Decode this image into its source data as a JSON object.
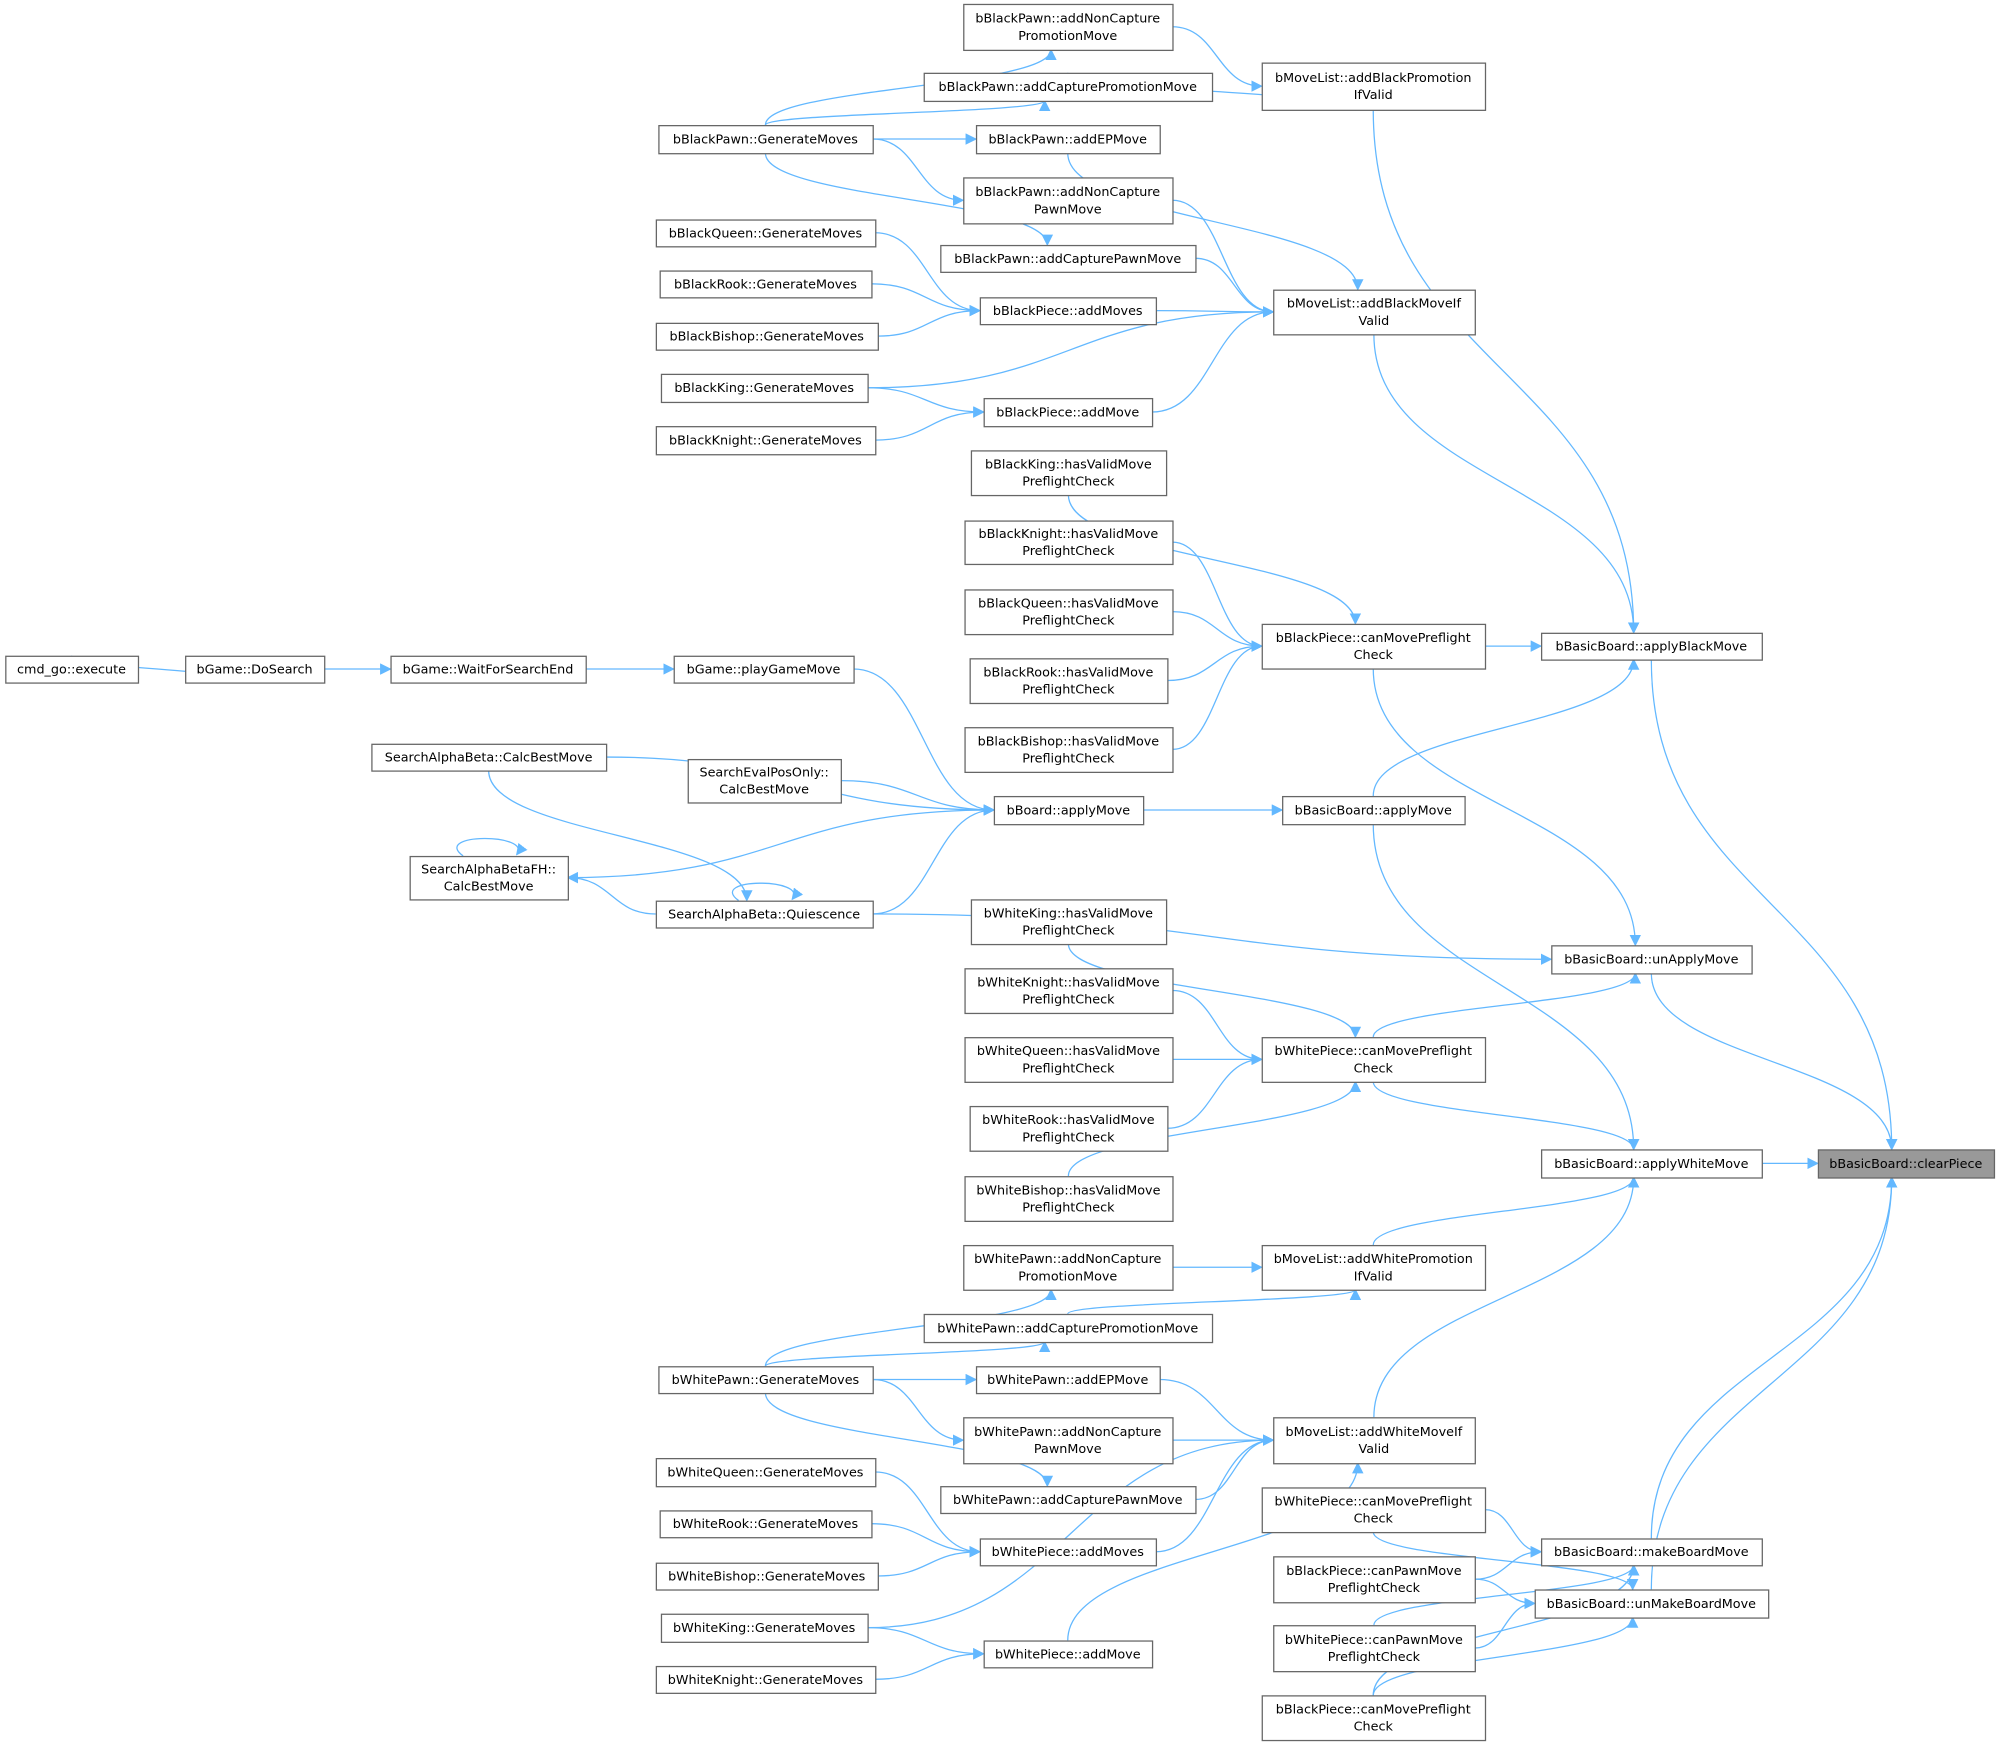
{
  "title": "bBasicBoard::clearPiece caller graph",
  "colors": {
    "edge": "#63b8ff",
    "node_border": "#666666",
    "focus_fill": "#999999"
  },
  "nodes": [
    {
      "id": "n1",
      "label": [
        "cmd_go::execute"
      ]
    },
    {
      "id": "n2",
      "label": [
        "bGame::DoSearch"
      ]
    },
    {
      "id": "n3",
      "label": [
        "bGame::WaitForSearchEnd"
      ]
    },
    {
      "id": "n4",
      "label": [
        "bGame::playGameMove"
      ]
    },
    {
      "id": "n5",
      "label": [
        "SearchAlphaBeta::CalcBestMove"
      ]
    },
    {
      "id": "n6",
      "label": [
        "SearchEvalPosOnly::",
        "CalcBestMove"
      ]
    },
    {
      "id": "n7",
      "label": [
        "SearchAlphaBetaFH::",
        "CalcBestMove"
      ]
    },
    {
      "id": "n8",
      "label": [
        "SearchAlphaBeta::Quiescence"
      ]
    },
    {
      "id": "n9",
      "label": [
        "bBoard::applyMove"
      ]
    },
    {
      "id": "n10",
      "label": [
        "bBasicBoard::applyMove"
      ]
    },
    {
      "id": "n11",
      "label": [
        "bBlackPawn::GenerateMoves"
      ]
    },
    {
      "id": "n12",
      "label": [
        "bBlackQueen::GenerateMoves"
      ]
    },
    {
      "id": "n13",
      "label": [
        "bBlackRook::GenerateMoves"
      ]
    },
    {
      "id": "n14",
      "label": [
        "bBlackBishop::GenerateMoves"
      ]
    },
    {
      "id": "n15",
      "label": [
        "bBlackKing::GenerateMoves"
      ]
    },
    {
      "id": "n16",
      "label": [
        "bBlackKnight::GenerateMoves"
      ]
    },
    {
      "id": "n17",
      "label": [
        "bBlackPawn::addNonCapture",
        "PromotionMove"
      ]
    },
    {
      "id": "n18",
      "label": [
        "bBlackPawn::addCapturePromotionMove"
      ]
    },
    {
      "id": "n19",
      "label": [
        "bBlackPawn::addEPMove"
      ]
    },
    {
      "id": "n20",
      "label": [
        "bBlackPawn::addNonCapture",
        "PawnMove"
      ]
    },
    {
      "id": "n21",
      "label": [
        "bBlackPawn::addCapturePawnMove"
      ]
    },
    {
      "id": "n22",
      "label": [
        "bBlackPiece::addMoves"
      ]
    },
    {
      "id": "n23",
      "label": [
        "bBlackPiece::addMove"
      ]
    },
    {
      "id": "n24",
      "label": [
        "bMoveList::addBlackPromotion",
        "IfValid"
      ]
    },
    {
      "id": "n25",
      "label": [
        "bMoveList::addBlackMoveIf",
        "Valid"
      ]
    },
    {
      "id": "n26",
      "label": [
        "bBlackKing::hasValidMove",
        "PreflightCheck"
      ]
    },
    {
      "id": "n27",
      "label": [
        "bBlackKnight::hasValidMove",
        "PreflightCheck"
      ]
    },
    {
      "id": "n28",
      "label": [
        "bBlackQueen::hasValidMove",
        "PreflightCheck"
      ]
    },
    {
      "id": "n29",
      "label": [
        "bBlackRook::hasValidMove",
        "PreflightCheck"
      ]
    },
    {
      "id": "n30",
      "label": [
        "bBlackBishop::hasValidMove",
        "PreflightCheck"
      ]
    },
    {
      "id": "n31",
      "label": [
        "bBlackPiece::canMovePreflight",
        "Check"
      ]
    },
    {
      "id": "n32",
      "label": [
        "bBasicBoard::applyBlackMove"
      ]
    },
    {
      "id": "n33",
      "label": [
        "bBasicBoard::unApplyMove"
      ]
    },
    {
      "id": "n34",
      "label": [
        "bWhiteKing::hasValidMove",
        "PreflightCheck"
      ]
    },
    {
      "id": "n35",
      "label": [
        "bWhiteKnight::hasValidMove",
        "PreflightCheck"
      ]
    },
    {
      "id": "n36",
      "label": [
        "bWhiteQueen::hasValidMove",
        "PreflightCheck"
      ]
    },
    {
      "id": "n37",
      "label": [
        "bWhiteRook::hasValidMove",
        "PreflightCheck"
      ]
    },
    {
      "id": "n38",
      "label": [
        "bWhiteBishop::hasValidMove",
        "PreflightCheck"
      ]
    },
    {
      "id": "n39",
      "label": [
        "bWhitePiece::canMovePreflight",
        "Check"
      ]
    },
    {
      "id": "n40",
      "label": [
        "bBasicBoard::applyWhiteMove"
      ]
    },
    {
      "id": "n41",
      "label": [
        "bBasicBoard::clearPiece"
      ],
      "focus": true
    },
    {
      "id": "n42",
      "label": [
        "bMoveList::addWhitePromotion",
        "IfValid"
      ]
    },
    {
      "id": "n43",
      "label": [
        "bWhitePawn::addNonCapture",
        "PromotionMove"
      ]
    },
    {
      "id": "n44",
      "label": [
        "bWhitePawn::addCapturePromotionMove"
      ]
    },
    {
      "id": "n45",
      "label": [
        "bWhitePawn::GenerateMoves"
      ]
    },
    {
      "id": "n46",
      "label": [
        "bWhitePawn::addEPMove"
      ]
    },
    {
      "id": "n47",
      "label": [
        "bWhitePawn::addNonCapture",
        "PawnMove"
      ]
    },
    {
      "id": "n48",
      "label": [
        "bWhitePawn::addCapturePawnMove"
      ]
    },
    {
      "id": "n49",
      "label": [
        "bMoveList::addWhiteMoveIf",
        "Valid"
      ]
    },
    {
      "id": "n50",
      "label": [
        "bWhiteQueen::GenerateMoves"
      ]
    },
    {
      "id": "n51",
      "label": [
        "bWhiteRook::GenerateMoves"
      ]
    },
    {
      "id": "n52",
      "label": [
        "bWhiteBishop::GenerateMoves"
      ]
    },
    {
      "id": "n53",
      "label": [
        "bWhiteKing::GenerateMoves"
      ]
    },
    {
      "id": "n54",
      "label": [
        "bWhiteKnight::GenerateMoves"
      ]
    },
    {
      "id": "n55",
      "label": [
        "bWhitePiece::addMoves"
      ]
    },
    {
      "id": "n56",
      "label": [
        "bWhitePiece::addMove"
      ]
    },
    {
      "id": "n57",
      "label": [
        "bWhitePiece::canMovePreflight",
        "Check"
      ]
    },
    {
      "id": "n58",
      "label": [
        "bBlackPiece::canPawnMove",
        "PreflightCheck"
      ]
    },
    {
      "id": "n59",
      "label": [
        "bWhitePiece::canPawnMove",
        "PreflightCheck"
      ]
    },
    {
      "id": "n60",
      "label": [
        "bBlackPiece::canMovePreflight",
        "Check"
      ]
    },
    {
      "id": "n61",
      "label": [
        "bBasicBoard::makeBoardMove"
      ]
    },
    {
      "id": "n62",
      "label": [
        "bBasicBoard::unMakeBoardMove"
      ]
    }
  ],
  "edges": [
    [
      "n1",
      "n2"
    ],
    [
      "n2",
      "n3"
    ],
    [
      "n3",
      "n4"
    ],
    [
      "n4",
      "n9"
    ],
    [
      "n5",
      "n9"
    ],
    [
      "n6",
      "n9"
    ],
    [
      "n7",
      "n9"
    ],
    [
      "n8",
      "n9"
    ],
    [
      "n7",
      "n7"
    ],
    [
      "n8",
      "n8"
    ],
    [
      "n8",
      "n7"
    ],
    [
      "n5",
      "n8"
    ],
    [
      "n9",
      "n10"
    ],
    [
      "n10",
      "n32"
    ],
    [
      "n8",
      "n33"
    ],
    [
      "n10",
      "n40"
    ],
    [
      "n32",
      "n41"
    ],
    [
      "n33",
      "n41"
    ],
    [
      "n40",
      "n41"
    ],
    [
      "n61",
      "n41"
    ],
    [
      "n62",
      "n41"
    ],
    [
      "n24",
      "n32"
    ],
    [
      "n25",
      "n32"
    ],
    [
      "n31",
      "n32"
    ],
    [
      "n31",
      "n33"
    ],
    [
      "n39",
      "n33"
    ],
    [
      "n39",
      "n40"
    ],
    [
      "n42",
      "n40"
    ],
    [
      "n49",
      "n40"
    ],
    [
      "n17",
      "n24"
    ],
    [
      "n18",
      "n24"
    ],
    [
      "n11",
      "n17"
    ],
    [
      "n11",
      "n18"
    ],
    [
      "n11",
      "n19"
    ],
    [
      "n11",
      "n20"
    ],
    [
      "n11",
      "n21"
    ],
    [
      "n19",
      "n25"
    ],
    [
      "n20",
      "n25"
    ],
    [
      "n21",
      "n25"
    ],
    [
      "n22",
      "n25"
    ],
    [
      "n15",
      "n25"
    ],
    [
      "n23",
      "n25"
    ],
    [
      "n12",
      "n22"
    ],
    [
      "n13",
      "n22"
    ],
    [
      "n14",
      "n22"
    ],
    [
      "n15",
      "n23"
    ],
    [
      "n16",
      "n23"
    ],
    [
      "n26",
      "n31"
    ],
    [
      "n27",
      "n31"
    ],
    [
      "n28",
      "n31"
    ],
    [
      "n29",
      "n31"
    ],
    [
      "n30",
      "n31"
    ],
    [
      "n34",
      "n39"
    ],
    [
      "n35",
      "n39"
    ],
    [
      "n36",
      "n39"
    ],
    [
      "n37",
      "n39"
    ],
    [
      "n38",
      "n39"
    ],
    [
      "n43",
      "n42"
    ],
    [
      "n44",
      "n42"
    ],
    [
      "n45",
      "n43"
    ],
    [
      "n45",
      "n44"
    ],
    [
      "n45",
      "n46"
    ],
    [
      "n45",
      "n47"
    ],
    [
      "n45",
      "n48"
    ],
    [
      "n46",
      "n49"
    ],
    [
      "n47",
      "n49"
    ],
    [
      "n48",
      "n49"
    ],
    [
      "n55",
      "n49"
    ],
    [
      "n53",
      "n49"
    ],
    [
      "n56",
      "n49"
    ],
    [
      "n50",
      "n55"
    ],
    [
      "n51",
      "n55"
    ],
    [
      "n52",
      "n55"
    ],
    [
      "n53",
      "n56"
    ],
    [
      "n54",
      "n56"
    ],
    [
      "n57",
      "n61"
    ],
    [
      "n58",
      "n61"
    ],
    [
      "n59",
      "n61"
    ],
    [
      "n60",
      "n61"
    ],
    [
      "n57",
      "n62"
    ],
    [
      "n58",
      "n62"
    ],
    [
      "n59",
      "n62"
    ],
    [
      "n60",
      "n62"
    ]
  ]
}
